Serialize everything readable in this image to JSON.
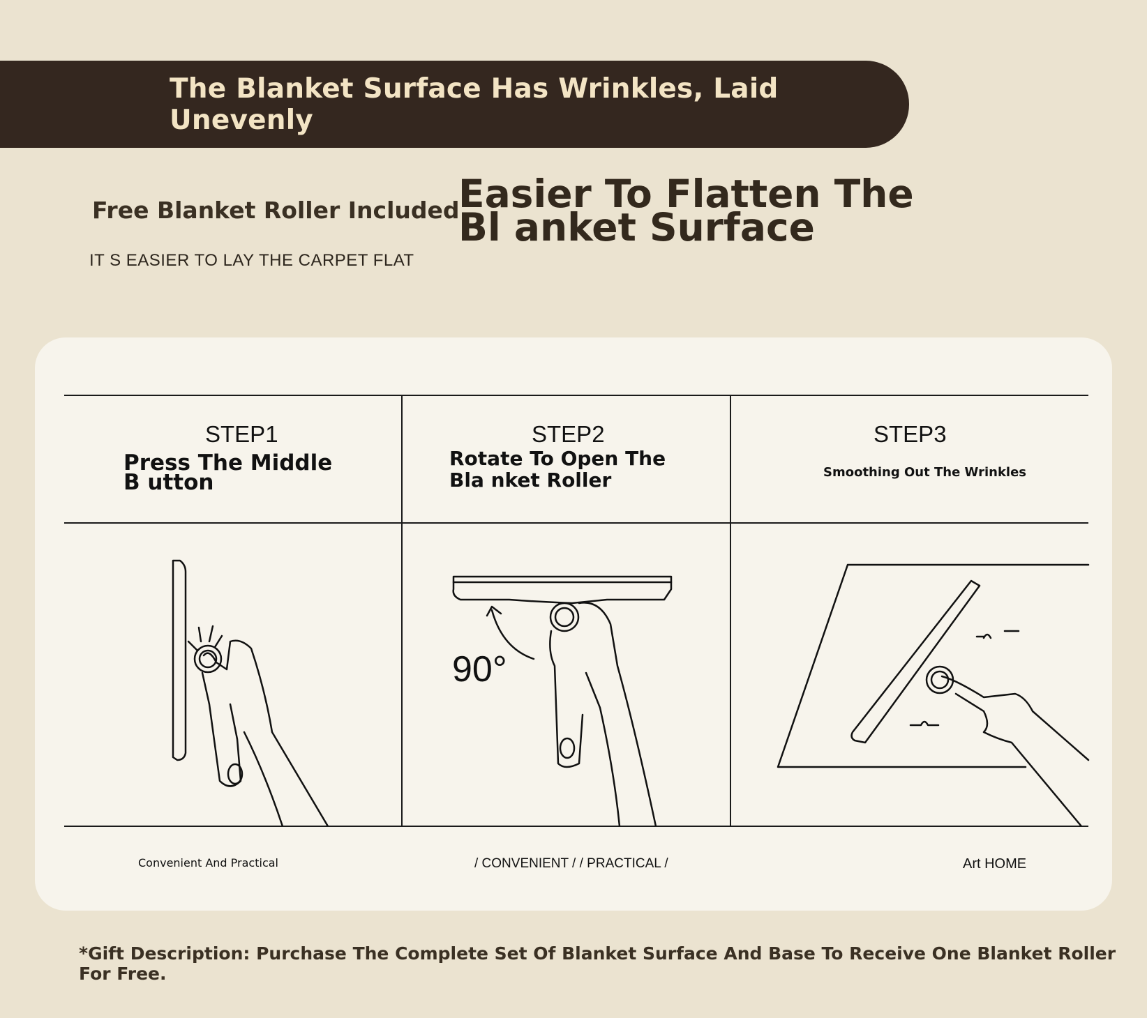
{
  "banner": {
    "title": "The Blanket Surface Has Wrinkles, Laid Unevenly"
  },
  "subtitle": {
    "left": "Free Blanket Roller Included",
    "right": "Easier To Flatten The Bl anket Surface",
    "tagline": "IT S EASIER TO LAY THE CARPET FLAT"
  },
  "steps": [
    {
      "label": "STEP1",
      "text": "Press The Middle B utton"
    },
    {
      "label": "STEP2",
      "text": "Rotate To Open The Bla nket Roller",
      "angle_label": "90°"
    },
    {
      "label": "STEP3",
      "text": "Smoothing Out The Wrinkles"
    }
  ],
  "footer": {
    "left": "Convenient And Practical",
    "center": "/ CONVENIENT / / PRACTICAL /",
    "right": "Art HOME"
  },
  "gift_note": "*Gift Description: Purchase The Complete Set Of Blanket Surface And Base To Receive One Blanket Roller For Free."
}
